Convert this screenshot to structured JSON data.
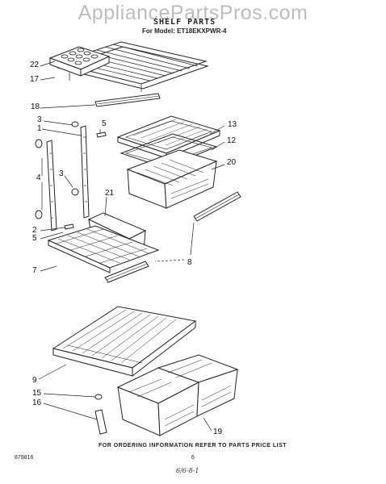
{
  "header": {
    "watermark": "AppliancePartsPros.com",
    "title": "SHELF PARTS",
    "subtitle": "For Model: ET18EKXPWR-4"
  },
  "callouts": {
    "c22": "22",
    "c17": "17",
    "c18": "18",
    "c3a": "3",
    "c1": "1",
    "c5a": "5",
    "c13": "13",
    "c12": "12",
    "c20": "20",
    "c4": "4",
    "c3b": "3",
    "c21": "21",
    "c2": "2",
    "c5b": "5",
    "c7": "7",
    "c8": "8",
    "c9": "9",
    "c15": "15",
    "c16": "16",
    "c19": "19"
  },
  "footer": {
    "note": "FOR ORDERING INFORMATION REFER TO PARTS PRICE LIST",
    "part_number": "879816",
    "page_number": "6",
    "hand_note": "6/6-8-1"
  }
}
